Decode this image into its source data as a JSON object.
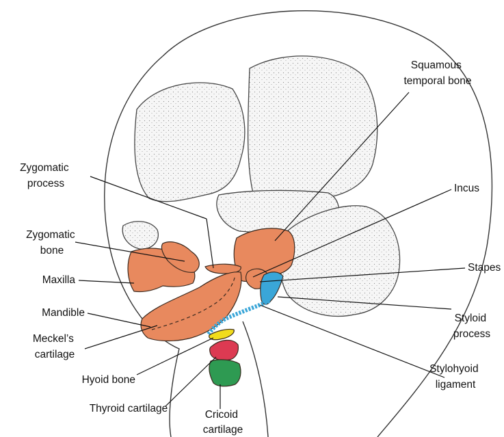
{
  "labels": {
    "squamous_temporal_bone": [
      "Squamous",
      "temporal bone"
    ],
    "zygomatic_process": [
      "Zygomatic",
      "process"
    ],
    "incus": "Incus",
    "zygomatic_bone": [
      "Zygomatic",
      "bone"
    ],
    "stapes": "Stapes",
    "maxilla": "Maxilla",
    "mandible": "Mandible",
    "styloid_process": [
      "Styloid",
      "process"
    ],
    "meckels_cartilage": [
      "Meckel’s",
      "cartilage"
    ],
    "stylohyoid_ligament": [
      "Stylohyoid",
      "ligament"
    ],
    "hyoid_bone": "Hyoid bone",
    "thyroid_cartilage": "Thyroid cartilage",
    "cricoid_cartilage": [
      "Cricoid",
      "cartilage"
    ]
  },
  "colors": {
    "bone": "#e8895e",
    "styloid_blue": "#3aa6d8",
    "hyoid_yellow": "#f1dc1c",
    "thyroid_red": "#dc3a52",
    "cricoid_green": "#2e9a52",
    "skull_plate": "#f4f4f4",
    "ink": "#111111"
  }
}
